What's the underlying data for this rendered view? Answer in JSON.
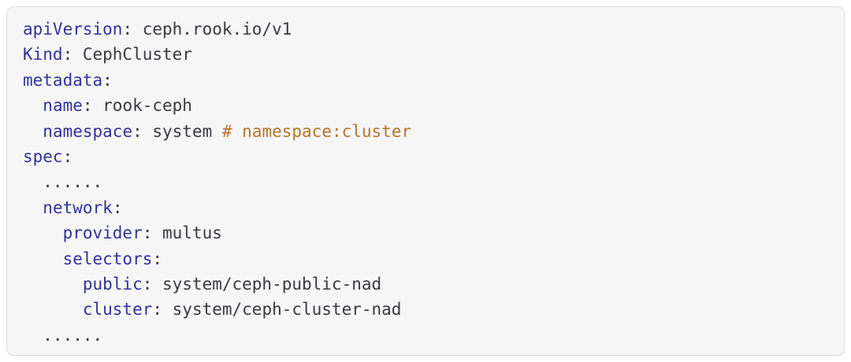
{
  "colors": {
    "page_background": "#ffffff",
    "background": "#f6f6f7",
    "border": "#e2e2e6",
    "key": "#32329c",
    "plain": "#3a3a3e",
    "comment": "#b5752a"
  },
  "code": {
    "language": "yaml",
    "lines": [
      {
        "segments": [
          {
            "type": "key",
            "text": "apiVersion"
          },
          {
            "type": "plain",
            "text": ": ceph.rook.io/v1"
          }
        ]
      },
      {
        "segments": [
          {
            "type": "key",
            "text": "Kind"
          },
          {
            "type": "plain",
            "text": ": CephCluster"
          }
        ]
      },
      {
        "segments": [
          {
            "type": "key",
            "text": "metadata"
          },
          {
            "type": "plain",
            "text": ":"
          }
        ]
      },
      {
        "segments": [
          {
            "type": "plain",
            "text": "  "
          },
          {
            "type": "key",
            "text": "name"
          },
          {
            "type": "plain",
            "text": ": rook-ceph"
          }
        ]
      },
      {
        "segments": [
          {
            "type": "plain",
            "text": "  "
          },
          {
            "type": "key",
            "text": "namespace"
          },
          {
            "type": "plain",
            "text": ": system "
          },
          {
            "type": "comment",
            "text": "# namespace:cluster"
          }
        ]
      },
      {
        "segments": [
          {
            "type": "key",
            "text": "spec"
          },
          {
            "type": "plain",
            "text": ":"
          }
        ]
      },
      {
        "segments": [
          {
            "type": "plain",
            "text": "  ......"
          }
        ]
      },
      {
        "segments": [
          {
            "type": "plain",
            "text": "  "
          },
          {
            "type": "key",
            "text": "network"
          },
          {
            "type": "plain",
            "text": ":"
          }
        ]
      },
      {
        "segments": [
          {
            "type": "plain",
            "text": "    "
          },
          {
            "type": "key",
            "text": "provider"
          },
          {
            "type": "plain",
            "text": ": multus"
          }
        ]
      },
      {
        "segments": [
          {
            "type": "plain",
            "text": "    "
          },
          {
            "type": "key",
            "text": "selectors"
          },
          {
            "type": "plain",
            "text": ":"
          }
        ]
      },
      {
        "segments": [
          {
            "type": "plain",
            "text": "      "
          },
          {
            "type": "key",
            "text": "public"
          },
          {
            "type": "plain",
            "text": ": system/ceph-public-nad"
          }
        ]
      },
      {
        "segments": [
          {
            "type": "plain",
            "text": "      "
          },
          {
            "type": "key",
            "text": "cluster"
          },
          {
            "type": "plain",
            "text": ": system/ceph-cluster-nad"
          }
        ]
      },
      {
        "segments": [
          {
            "type": "plain",
            "text": "  ......"
          }
        ]
      }
    ]
  }
}
